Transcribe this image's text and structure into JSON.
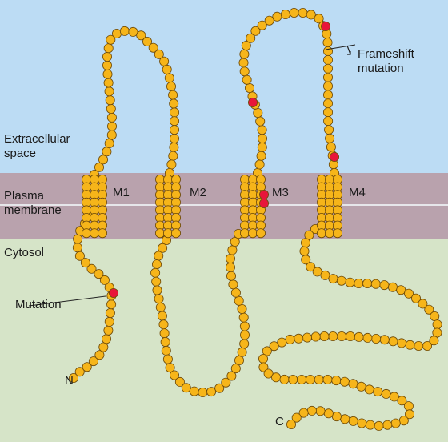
{
  "regions": {
    "extracellular": "Extracellular\nspace",
    "membrane": "Plasma\nmembrane",
    "cytosol": "Cytosol"
  },
  "helices": [
    "M1",
    "M2",
    "M3",
    "M4"
  ],
  "callouts": {
    "frameshift": "Frameshift\nmutation",
    "mutation": "Mutation"
  },
  "termini": {
    "n": "N",
    "c": "C"
  },
  "colors": {
    "extracellular": "#bcdcf4",
    "membrane": "#b9a2ad",
    "membrane_line": "#e6e6ea",
    "cytosol": "#d6e4c8",
    "residue": "#f6b51a",
    "residue_stroke": "#6e4a08",
    "mutation": "#e8163a"
  }
}
